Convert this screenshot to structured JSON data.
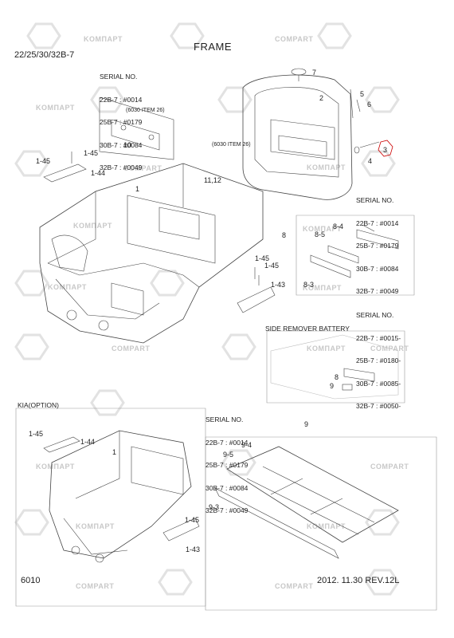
{
  "header": {
    "model": "22/25/30/32B-7",
    "title": "FRAME"
  },
  "footer": {
    "page_no": "6010",
    "date_rev": "2012. 11.30  REV.12L"
  },
  "watermark": {
    "brand_a": "KOMПАРТ",
    "brand_b": "COMPART"
  },
  "serial_blocks": {
    "top_left": {
      "heading": "SERIAL NO.",
      "lines": [
        "22B-7 : #0014",
        "25B-7 : #0179",
        "30B-7 : #0084",
        "32B-7 : #0049"
      ]
    },
    "right_mid": {
      "heading": "SERIAL NO.",
      "lines": [
        "22B-7 : #0014",
        "25B-7 : #0179",
        "30B-7 : #0084",
        "32B-7 : #0049"
      ]
    },
    "right_low": {
      "heading": "SERIAL NO.",
      "lines": [
        "22B-7 : #0015-",
        "25B-7 : #0180-",
        "30B-7 : #0085-",
        "32B-7 : #0050-"
      ]
    },
    "bottom": {
      "heading": "SERIAL NO.",
      "lines": [
        "22B-7 : #0014",
        "25B-7 : #0179",
        "30B-7 : #0084",
        "32B-7 : #0049"
      ]
    }
  },
  "section_labels": {
    "side_remover": "SIDE REMOVER BATTERY",
    "kia_option": "KIA(OPTION)"
  },
  "notes": {
    "item26_a": "(6030 ITEM 26)",
    "item26_b": "(6030 ITEM 26)"
  },
  "callouts": {
    "c1": "1",
    "c2": "2",
    "c3": "3",
    "c4": "4",
    "c5": "5",
    "c6": "6",
    "c7": "7",
    "c8": "8",
    "c9": "9",
    "c10": "10",
    "c1112": "11,12",
    "c145a": "1-45",
    "c145b": "1-45",
    "c144": "1-44",
    "c145c": "1-45",
    "c145d": "1-45",
    "c143": "1-43",
    "c84": "8-4",
    "c85": "8-5",
    "c83": "8-3",
    "c8b": "8",
    "c9b": "9",
    "k145": "1-45",
    "k144": "1-44",
    "k1": "1",
    "k145b": "1-45",
    "k143": "1-43",
    "b9": "9",
    "b94": "9-4",
    "b95": "9-5",
    "b93": "9-3"
  }
}
